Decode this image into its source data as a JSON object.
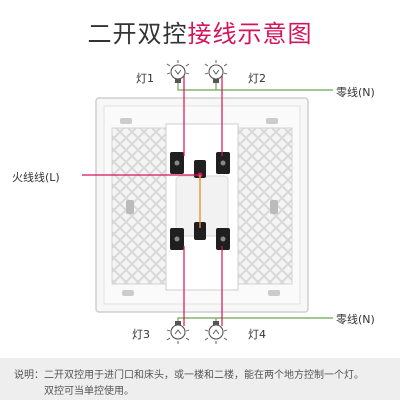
{
  "title": {
    "main": "二开双控",
    "accent": "接线示意图"
  },
  "colors": {
    "accent": "#d4145a",
    "neutral_wire": "#6aa84f",
    "live_wire": "#d4145a",
    "control_wire": "#e69138"
  },
  "labels": {
    "lamp1": "灯1",
    "lamp2": "灯2",
    "lamp3": "灯3",
    "lamp4": "灯4",
    "neutral_top": "零线(N)",
    "neutral_bottom": "零线(N)",
    "live": "火线线(L)"
  },
  "note": {
    "line1": "说明：二开双控用于进门口和床头，或一楼和二楼，能在两个地方控制一个灯。",
    "line2": "双控可当单控使用。"
  },
  "icons": [
    "bulb-icon",
    "terminal-screw-icon"
  ]
}
